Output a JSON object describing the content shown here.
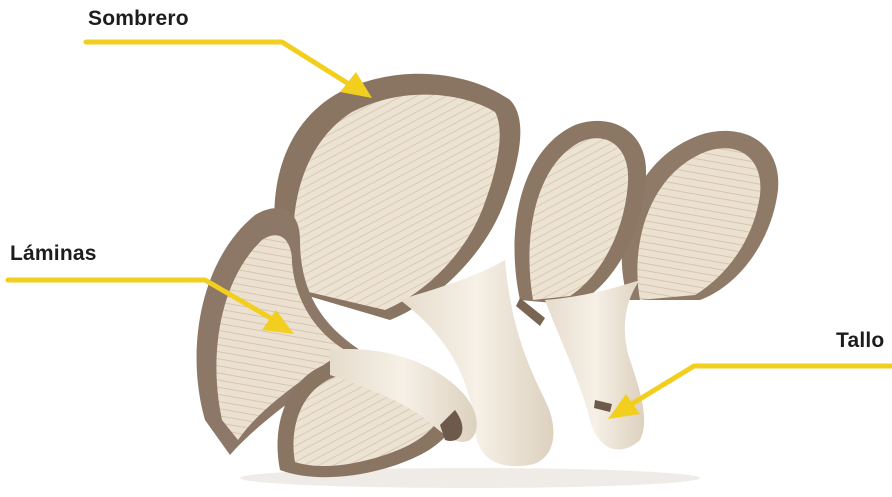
{
  "labels": {
    "cap": "Sombrero",
    "gills": "Láminas",
    "stem": "Tallo"
  },
  "colors": {
    "pointer": "#f2cf1f",
    "cap_outer": "#8d7866",
    "cap_inner": "#b49f8c",
    "gill_base": "#ece2d2",
    "gill_line": "#d2c2ab",
    "stem": "#f0e7da",
    "background": "#ffffff"
  },
  "subject": {
    "icon": "oyster-mushroom-cluster"
  }
}
